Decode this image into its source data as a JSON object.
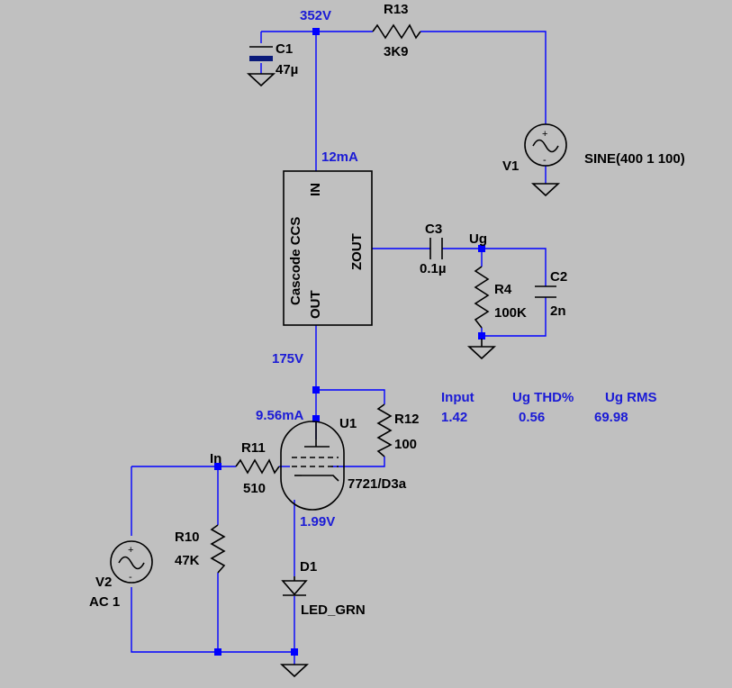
{
  "nodes": {
    "v352": "352V",
    "i12ma": "12mA",
    "v175": "175V",
    "i956ma": "9.56mA",
    "v199": "1.99V",
    "ug": "Ug",
    "in": "In"
  },
  "components": {
    "r13": {
      "ref": "R13",
      "value": "3K9"
    },
    "c1": {
      "ref": "C1",
      "value": "47µ"
    },
    "v1": {
      "ref": "V1",
      "value": "SINE(400 1 100)"
    },
    "c3": {
      "ref": "C3",
      "value": "0.1µ"
    },
    "r4": {
      "ref": "R4",
      "value": "100K"
    },
    "c2": {
      "ref": "C2",
      "value": "2n"
    },
    "r12": {
      "ref": "R12",
      "value": "100"
    },
    "u1": {
      "ref": "U1",
      "value": "7721/D3a"
    },
    "r11": {
      "ref": "R11",
      "value": "510"
    },
    "r10": {
      "ref": "R10",
      "value": "47K"
    },
    "v2": {
      "ref": "V2",
      "value": "AC 1"
    },
    "d1": {
      "ref": "D1",
      "value": "LED_GRN"
    }
  },
  "ccs": {
    "title": "Cascode CCS",
    "pin_in": "IN",
    "pin_out": "OUT",
    "pin_zout": "ZOUT"
  },
  "results": {
    "headers": [
      "Input",
      "Ug THD%",
      "Ug RMS"
    ],
    "values": [
      "1.42",
      "0.56",
      "69.98"
    ]
  }
}
